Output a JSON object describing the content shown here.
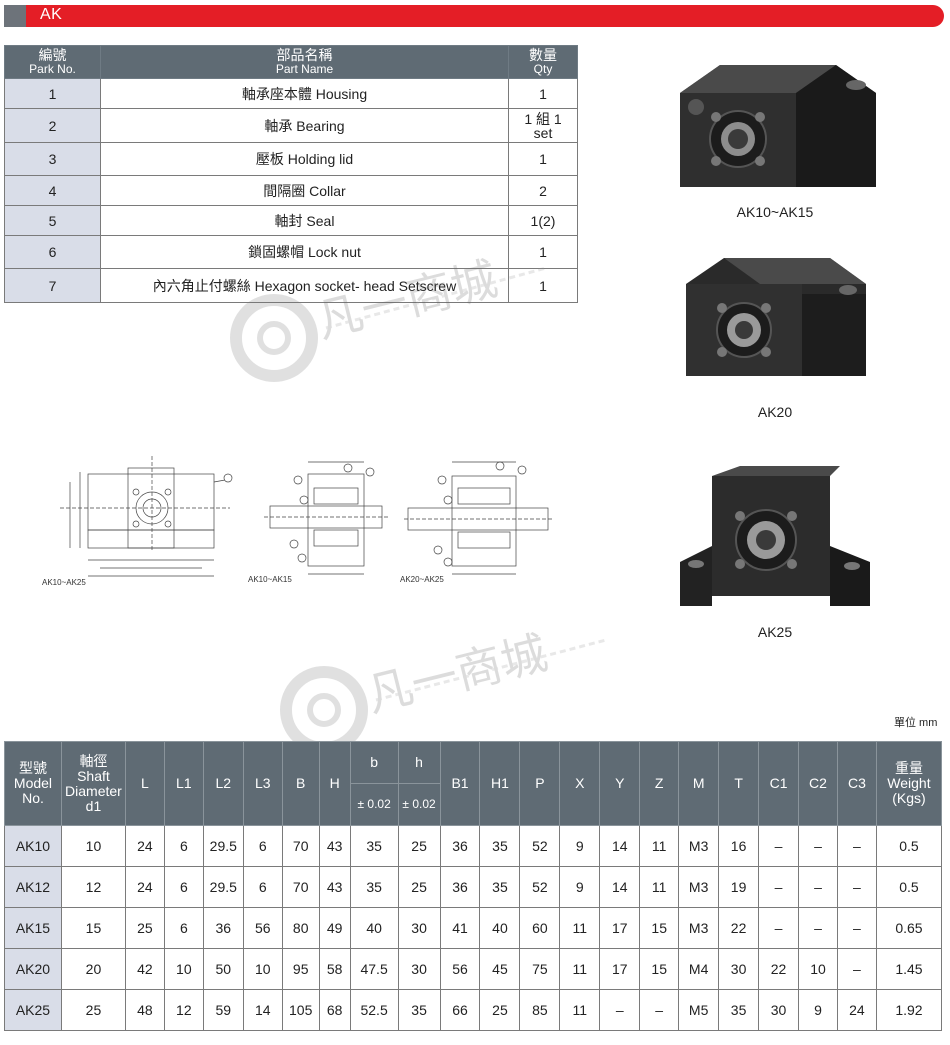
{
  "header": {
    "title": "AK"
  },
  "parts_table": {
    "headers": {
      "no_zh": "編號",
      "no_en": "Park No.",
      "name_zh": "部品名稱",
      "name_en": "Part Name",
      "qty_zh": "數量",
      "qty_en": "Qty"
    },
    "rows": [
      {
        "no": "1",
        "name": "軸承座本體 Housing",
        "qty_line1": "1",
        "qty_line2": ""
      },
      {
        "no": "2",
        "name": "軸承 Bearing",
        "qty_line1": "1 組 1",
        "qty_line2": "set"
      },
      {
        "no": "3",
        "name": "壓板 Holding lid",
        "qty_line1": "1",
        "qty_line2": ""
      },
      {
        "no": "4",
        "name": "間隔圈 Collar",
        "qty_line1": "2",
        "qty_line2": ""
      },
      {
        "no": "5",
        "name": "軸封 Seal",
        "qty_line1": "1(2)",
        "qty_line2": ""
      },
      {
        "no": "6",
        "name": "鎖固螺帽 Lock nut",
        "qty_line1": "1",
        "qty_line2": ""
      },
      {
        "no": "7",
        "name": "內六角止付螺絲 Hexagon socket- head Setscrew",
        "qty_line1": "1",
        "qty_line2": ""
      }
    ]
  },
  "products": [
    {
      "caption": "AK10~AK15"
    },
    {
      "caption": "AK20"
    },
    {
      "caption": "AK25"
    }
  ],
  "drawings": [
    {
      "caption": "AK10~AK25"
    },
    {
      "caption": "AK10~AK15"
    },
    {
      "caption": "AK20~AK25"
    }
  ],
  "watermark": {
    "text": "凡一商城"
  },
  "unit_label": "單位 mm",
  "spec_table": {
    "headers": {
      "model_zh": "型號",
      "model_en1": "Model",
      "model_en2": "No.",
      "shaft_zh": "軸徑",
      "shaft_en1": "Shaft",
      "shaft_en2": "Diameter",
      "shaft_en3": "d1",
      "L": "L",
      "L1": "L1",
      "L2": "L2",
      "L3": "L3",
      "B": "B",
      "H": "H",
      "b": "b",
      "b_tol": "± 0.02",
      "h": "h",
      "h_tol": "± 0.02",
      "B1": "B1",
      "H1": "H1",
      "P": "P",
      "X": "X",
      "Y": "Y",
      "Z": "Z",
      "M": "M",
      "T": "T",
      "C1": "C1",
      "C2": "C2",
      "C3": "C3",
      "weight_zh": "重量",
      "weight_en1": "Weight",
      "weight_en2": "(Kgs)"
    },
    "rows": [
      [
        "AK10",
        "10",
        "24",
        "6",
        "29.5",
        "6",
        "70",
        "43",
        "35",
        "25",
        "36",
        "35",
        "52",
        "9",
        "14",
        "11",
        "M3",
        "16",
        "–",
        "–",
        "–",
        "0.5"
      ],
      [
        "AK12",
        "12",
        "24",
        "6",
        "29.5",
        "6",
        "70",
        "43",
        "35",
        "25",
        "36",
        "35",
        "52",
        "9",
        "14",
        "11",
        "M3",
        "19",
        "–",
        "–",
        "–",
        "0.5"
      ],
      [
        "AK15",
        "15",
        "25",
        "6",
        "36",
        "56",
        "80",
        "49",
        "40",
        "30",
        "41",
        "40",
        "60",
        "11",
        "17",
        "15",
        "M3",
        "22",
        "–",
        "–",
        "–",
        "0.65"
      ],
      [
        "AK20",
        "20",
        "42",
        "10",
        "50",
        "10",
        "95",
        "58",
        "47.5",
        "30",
        "56",
        "45",
        "75",
        "11",
        "17",
        "15",
        "M4",
        "30",
        "22",
        "10",
        "–",
        "1.45"
      ],
      [
        "AK25",
        "25",
        "48",
        "12",
        "59",
        "14",
        "105",
        "68",
        "52.5",
        "35",
        "66",
        "25",
        "85",
        "11",
        "–",
        "–",
        "M5",
        "35",
        "30",
        "9",
        "24",
        "1.92"
      ]
    ]
  },
  "colors": {
    "header_red": "#e41e26",
    "header_grey": "#6d737a",
    "table_header": "#5f6b74",
    "row_tint": "#d9dde8"
  }
}
